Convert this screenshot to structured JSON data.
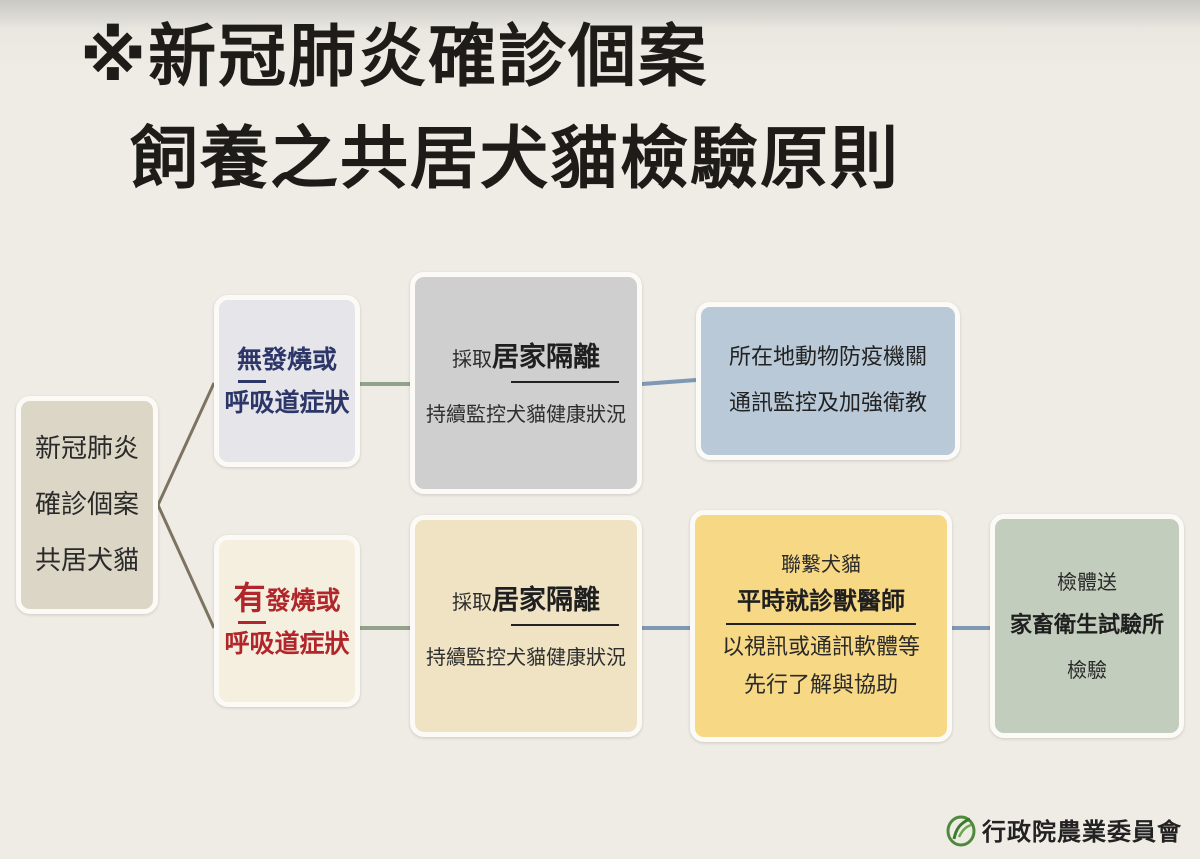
{
  "title": {
    "line1": "※新冠肺炎確診個案",
    "line2": "飼養之共居犬貓檢驗原則"
  },
  "root": {
    "lines": [
      "新冠肺炎",
      "確診個案",
      "共居犬貓"
    ]
  },
  "branches": {
    "no_symptoms": {
      "condition": {
        "prefix": "無",
        "line1_rest": "發燒或",
        "line2": "呼吸道症狀",
        "color": "#2c3668"
      },
      "isolation": {
        "lead": "採取",
        "emphasis": "居家隔離",
        "sub": "持續監控犬貓健康狀況"
      },
      "authority": {
        "lines": [
          "所在地動物防疫機關",
          "通訊監控及加強衛教"
        ]
      }
    },
    "with_symptoms": {
      "condition": {
        "prefix": "有",
        "line1_rest": "發燒或",
        "line2": "呼吸道症狀",
        "color": "#b0262a"
      },
      "isolation": {
        "lead": "採取",
        "emphasis": "居家隔離",
        "sub": "持續監控犬貓健康狀況"
      },
      "vet": {
        "line1": "聯繫犬貓",
        "emphasis": "平時就診獸醫師",
        "line3": "以視訊或通訊軟體等",
        "line4": "先行了解與協助"
      },
      "lab": {
        "line1": "檢體送",
        "emphasis": "家畜衛生試驗所",
        "line3": "檢驗"
      }
    }
  },
  "colors": {
    "root_bg": "#dcd6c6",
    "no_cond_bg": "#e5e5ea",
    "yes_cond_bg": "#f5efdf",
    "no_iso_bg": "#cfcfd0",
    "yes_iso_bg": "#efe3c3",
    "authority_bg": "#b9c9d8",
    "vet_bg": "#f7d885",
    "lab_bg": "#c3cdbd",
    "connector_green": "#93a28a",
    "connector_blue": "#7f98b4",
    "connector_brown": "#7c7460"
  },
  "footer": {
    "logo_icon": "coa-leaf-logo-icon",
    "agency": "行政院農業委員會"
  }
}
